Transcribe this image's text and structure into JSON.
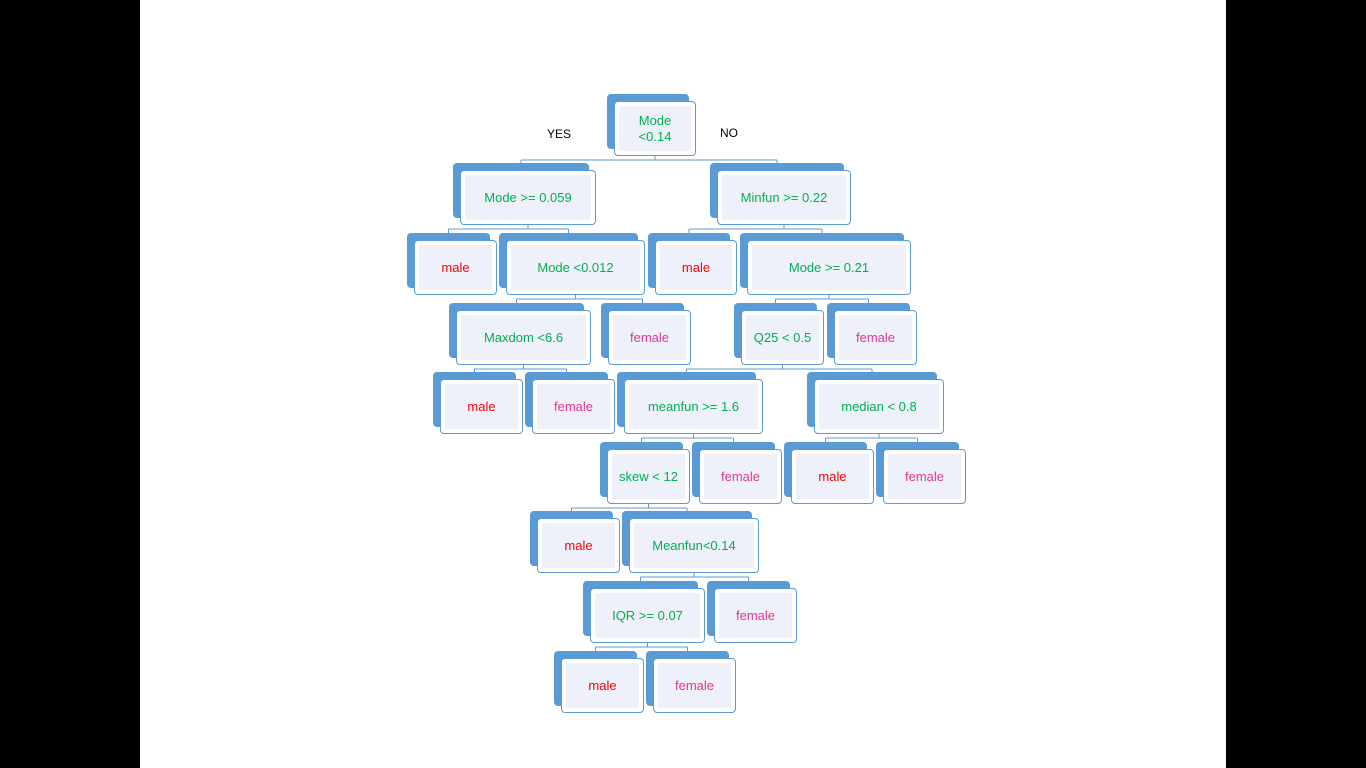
{
  "colors": {
    "background": "#000000",
    "slide": "#ffffff",
    "node_back": "#5b9bd5",
    "node_border": "#5b9bd5",
    "node_fill": "#eef1f9",
    "connector": "#5b9bd5",
    "decision_text": "#00b050",
    "male_text": "#ff0000",
    "female_text": "#e6358e"
  },
  "branch_labels": {
    "yes": "YES",
    "no": "NO"
  },
  "nodes": {
    "root": {
      "label": "Mode\n<0.14",
      "kind": "decision"
    },
    "n_mode059": {
      "label": "Mode >= 0.059",
      "kind": "decision"
    },
    "n_minfun": {
      "label": "Minfun >= 0.22",
      "kind": "decision"
    },
    "leaf_male_1": {
      "label": "male",
      "kind": "male"
    },
    "n_mode012": {
      "label": "Mode <0.012",
      "kind": "decision"
    },
    "leaf_male_2": {
      "label": "male",
      "kind": "male"
    },
    "n_mode021": {
      "label": "Mode >= 0.21",
      "kind": "decision"
    },
    "n_maxdom": {
      "label": "Maxdom <6.6",
      "kind": "decision"
    },
    "leaf_female_1": {
      "label": "female",
      "kind": "female"
    },
    "n_q25": {
      "label": "Q25 < 0.5",
      "kind": "decision"
    },
    "leaf_female_2": {
      "label": "female",
      "kind": "female"
    },
    "leaf_male_3": {
      "label": "male",
      "kind": "male"
    },
    "leaf_female_3": {
      "label": "female",
      "kind": "female"
    },
    "n_meanfun16": {
      "label": "meanfun >= 1.6",
      "kind": "decision"
    },
    "n_median": {
      "label": "median < 0.8",
      "kind": "decision"
    },
    "n_skew": {
      "label": "skew < 12",
      "kind": "decision"
    },
    "leaf_female_4": {
      "label": "female",
      "kind": "female"
    },
    "leaf_male_4": {
      "label": "male",
      "kind": "male"
    },
    "leaf_female_5": {
      "label": "female",
      "kind": "female"
    },
    "leaf_male_5": {
      "label": "male",
      "kind": "male"
    },
    "n_meanfun014": {
      "label": "Meanfun<0.14",
      "kind": "decision"
    },
    "n_iqr": {
      "label": "IQR >= 0.07",
      "kind": "decision"
    },
    "leaf_female_6": {
      "label": "female",
      "kind": "female"
    },
    "leaf_male_6": {
      "label": "male",
      "kind": "male"
    },
    "leaf_female_7": {
      "label": "female",
      "kind": "female"
    }
  },
  "edges": [
    [
      "root",
      "n_mode059"
    ],
    [
      "root",
      "n_minfun"
    ],
    [
      "n_mode059",
      "leaf_male_1"
    ],
    [
      "n_mode059",
      "n_mode012"
    ],
    [
      "n_minfun",
      "leaf_male_2"
    ],
    [
      "n_minfun",
      "n_mode021"
    ],
    [
      "n_mode012",
      "n_maxdom"
    ],
    [
      "n_mode012",
      "leaf_female_1"
    ],
    [
      "n_mode021",
      "n_q25"
    ],
    [
      "n_mode021",
      "leaf_female_2"
    ],
    [
      "n_maxdom",
      "leaf_male_3"
    ],
    [
      "n_maxdom",
      "leaf_female_3"
    ],
    [
      "n_q25",
      "n_meanfun16"
    ],
    [
      "n_q25",
      "n_median"
    ],
    [
      "n_meanfun16",
      "n_skew"
    ],
    [
      "n_meanfun16",
      "leaf_female_4"
    ],
    [
      "n_median",
      "leaf_male_4"
    ],
    [
      "n_median",
      "leaf_female_5"
    ],
    [
      "n_skew",
      "leaf_male_5"
    ],
    [
      "n_skew",
      "n_meanfun014"
    ],
    [
      "n_meanfun014",
      "n_iqr"
    ],
    [
      "n_meanfun014",
      "leaf_female_6"
    ],
    [
      "n_iqr",
      "leaf_male_6"
    ],
    [
      "n_iqr",
      "leaf_female_7"
    ]
  ]
}
